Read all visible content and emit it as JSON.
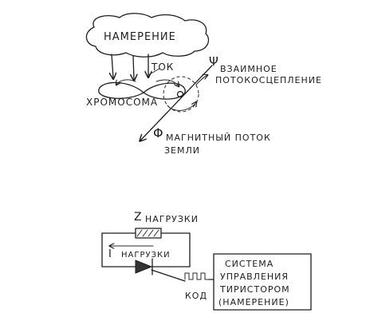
{
  "top": {
    "cloud_label": "НАМЕРЕНИЕ",
    "current_label": "ТОК",
    "chromosome_label": "ХРОМОСОМА",
    "psi_symbol": "Ψ",
    "mutual_line1": "ВЗАИМНОЕ",
    "mutual_line2": "ПОТОКОСЦЕПЛЕНИЕ",
    "phi_symbol": "Φ",
    "flux_line1": "МАГНИТНЫЙ ПОТОК",
    "flux_line2": "ЗЕМЛИ"
  },
  "bottom": {
    "z_symbol": "Z",
    "load_label": "НАГРУЗКИ",
    "i_symbol": "I",
    "current_label": "НАГРУЗКИ",
    "code_label": "КОД",
    "system_line1": "СИСТЕМА",
    "system_line2": "УПРАВЛЕНИЯ",
    "system_line3": "ТИРИСТОРОМ",
    "system_line4": "(НАМЕРЕНИЕ)"
  }
}
